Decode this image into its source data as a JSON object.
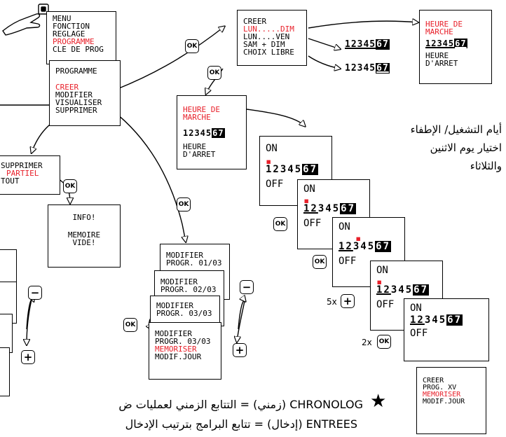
{
  "main_menu": [
    "MENU",
    "FONCTION",
    "REGLAGE",
    "PROGRAMME",
    "CLE DE PROG"
  ],
  "programme_menu": {
    "title": "PROGRAMME",
    "items": [
      "CREER",
      "MODIFIER",
      "VISUALISER",
      "SUPPRIMER"
    ]
  },
  "creer_menu": {
    "title": "CREER",
    "items": [
      "LUN.....DIM",
      "LUN....VEN",
      "SAM + DIM",
      "CHOIX LIBRE"
    ]
  },
  "heure_marche": {
    "start": "HEURE DE MARCHE",
    "stop": "HEURE D'ARRET",
    "days": "1234567"
  },
  "supprimer_menu": {
    "items": [
      "SUPPRIMER",
      "PARTIEL",
      "TOUT"
    ]
  },
  "info_box": {
    "title": "INFO!",
    "line1": "MEMOIRE",
    "line2": "VIDE!"
  },
  "modifier_screens": [
    {
      "line1": "MODIFIER",
      "line2": "PROGR. 01/03"
    },
    {
      "line1": "MODIFIER",
      "line2": "PROGR. 02/03"
    },
    {
      "line1": "MODIFIER",
      "line2": "PROGR. 03/03"
    }
  ],
  "modifier_final": [
    "MODIFIER",
    "PROGR. 03/03",
    "MEMORISER",
    "MODIF.JOUR"
  ],
  "creer_final": [
    "CREER",
    "PROG.  XV",
    "MEMORISER",
    "MODIF.JOUR"
  ],
  "on_label": "ON",
  "off_label": "OFF",
  "ok_label": "OK",
  "counts": {
    "five": "5x",
    "two": "2x"
  },
  "arabic_note": [
    "أيام التشغيل/ الإطفاء",
    "اختيار يوم الاثنين",
    "والثلاثاء"
  ],
  "footnote": {
    "star": "★",
    "line1": "CHRONOLOG (زمني) = التتابع الزمني لعمليات ض",
    "line2": "ENTREES (إدخال) = تتابع البرامج بترتيب الإدخال"
  },
  "colors": {
    "accent": "#e8202a",
    "arrow_fill": "#d8d8d8"
  }
}
